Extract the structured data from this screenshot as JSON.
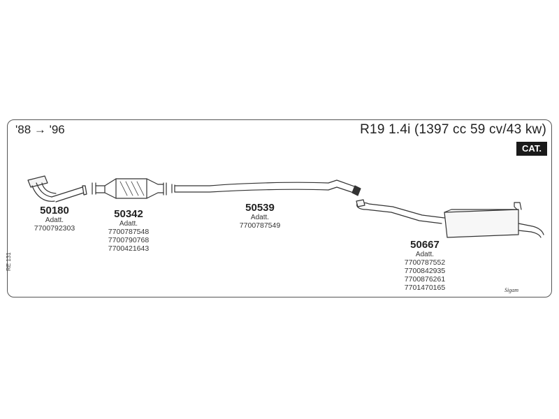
{
  "header": {
    "years": "'88 → '96",
    "model": "R19 1.4i (1397 cc 59 cv/43 kw)",
    "badge": "CAT."
  },
  "side_code": "RE 131",
  "brand_mark": "Sigam",
  "parts": [
    {
      "number": "50180",
      "adatt": "Adatt.",
      "codes": [
        "7700792303"
      ]
    },
    {
      "number": "50342",
      "adatt": "Adatt.",
      "codes": [
        "7700787548",
        "7700790768",
        "7700421643"
      ]
    },
    {
      "number": "50539",
      "adatt": "Adatt.",
      "codes": [
        "7700787549"
      ]
    },
    {
      "number": "50667",
      "adatt": "Adatt.",
      "codes": [
        "7700787552",
        "7700842935",
        "7700876261",
        "7701470165"
      ]
    }
  ]
}
